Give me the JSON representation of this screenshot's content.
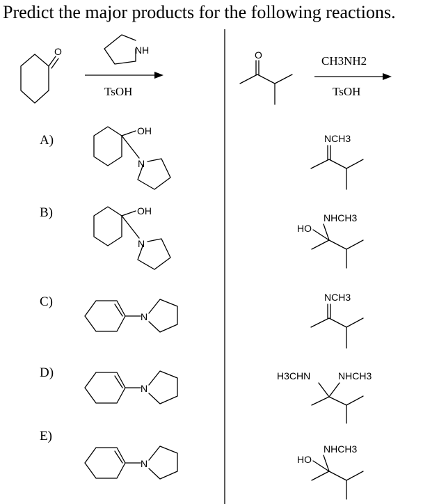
{
  "question": "Predict the major products for the following reactions.",
  "left_reaction": {
    "reactant_label": "O",
    "reagent_label": "NH",
    "condition": "TsOH"
  },
  "right_reaction": {
    "reactant_label": "O",
    "reagent": "CH3NH2",
    "condition": "TsOH"
  },
  "choice_letters": [
    "A)",
    "B)",
    "C)",
    "D)",
    "E)"
  ],
  "left_answers": {
    "a_oh": "OH",
    "a_n": "N",
    "b_oh": "OH",
    "b_n": "N",
    "c_n": "N",
    "d_n": "N",
    "e_n": "N"
  },
  "right_answers": {
    "a_n": "NCH3",
    "b_nh": "NHCH3",
    "b_ho": "HO",
    "c_n": "NCH3",
    "d_left": "H3CHN",
    "d_right": "NHCH3",
    "e_nh": "NHCH3",
    "e_ho": "HO"
  }
}
